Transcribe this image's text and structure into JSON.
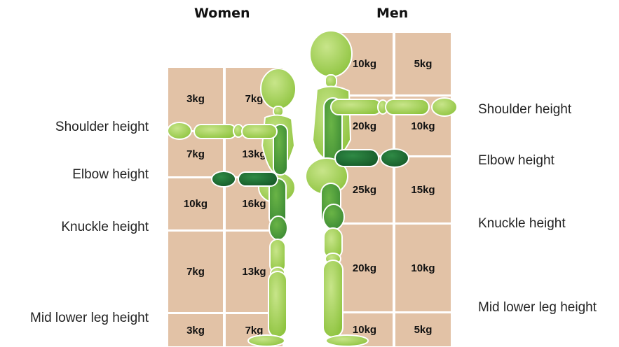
{
  "titles": {
    "women": "Women",
    "men": "Men"
  },
  "women_labels": {
    "shoulder": "Shoulder height",
    "elbow": "Elbow height",
    "knuckle": "Knuckle height",
    "mid_lower_leg": "Mid lower leg height"
  },
  "men_labels": {
    "shoulder": "Shoulder height",
    "elbow": "Elbow height",
    "knuckle": "Knuckle height",
    "mid_lower_leg": "Mid lower leg height"
  },
  "women_weights": [
    [
      "3kg",
      "7kg"
    ],
    [
      "7kg",
      "13kg"
    ],
    [
      "10kg",
      "16kg"
    ],
    [
      "7kg",
      "13kg"
    ],
    [
      "3kg",
      "7kg"
    ]
  ],
  "men_weights": [
    [
      "10kg",
      "5kg"
    ],
    [
      "20kg",
      "10kg"
    ],
    [
      "25kg",
      "15kg"
    ],
    [
      "20kg",
      "10kg"
    ],
    [
      "10kg",
      "5kg"
    ]
  ],
  "colors": {
    "box": "#e2c2a6",
    "limb_light": "#9fcd52",
    "limb_dark": "#1f6b34",
    "limb_mid": "#4a9a3a"
  }
}
